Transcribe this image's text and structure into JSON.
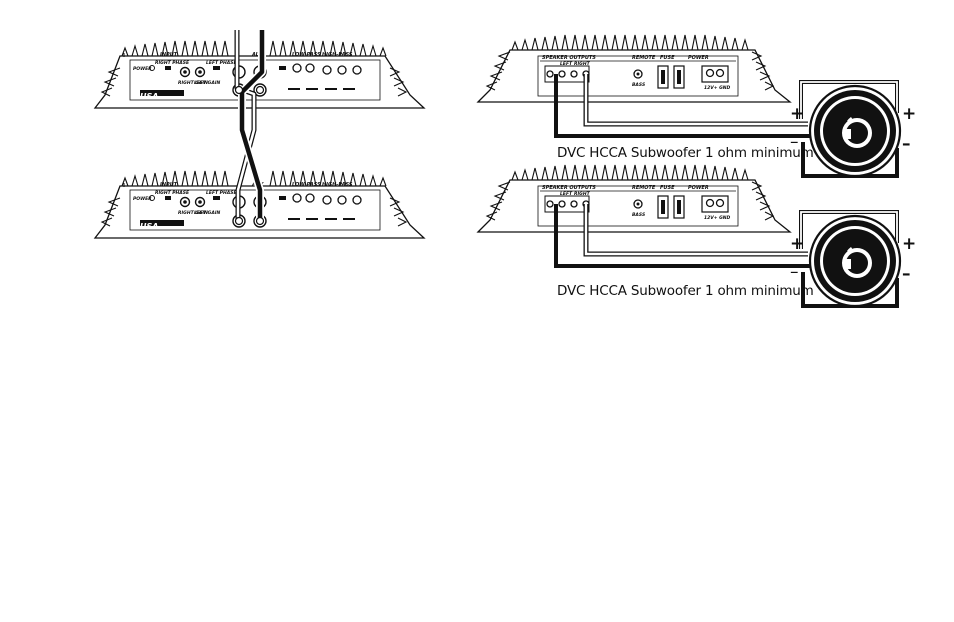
{
  "diagram": {
    "subwoofer_caption": "DVC HCCA Subwoofer 1 ohm minimum",
    "sign_plus": "+",
    "sign_minus": "–"
  },
  "amplifier_front": {
    "input": "INPUT",
    "power": "POWER",
    "right_phase": "RIGHT PHASE",
    "left_phase": "LEFT PHASE",
    "right_gain": "RIGHT GAIN",
    "left_gain": "LEFT GAIN",
    "low_pass": "LOW-PASS",
    "high_pass": "HIGH-PASS",
    "aux": "AUX",
    "logo": "USA"
  },
  "amplifier_rear": {
    "speaker_outputs": "SPEAKER OUTPUTS",
    "left": "LEFT",
    "right": "RIGHT",
    "remote": "REMOTE",
    "fuse": "FUSE",
    "power": "POWER",
    "bass_knob": "BASS",
    "power_terminals": "12V+ GND"
  },
  "colors": {
    "line": "#111111",
    "fill": "#ffffff",
    "shade": "#2a2a2a"
  }
}
